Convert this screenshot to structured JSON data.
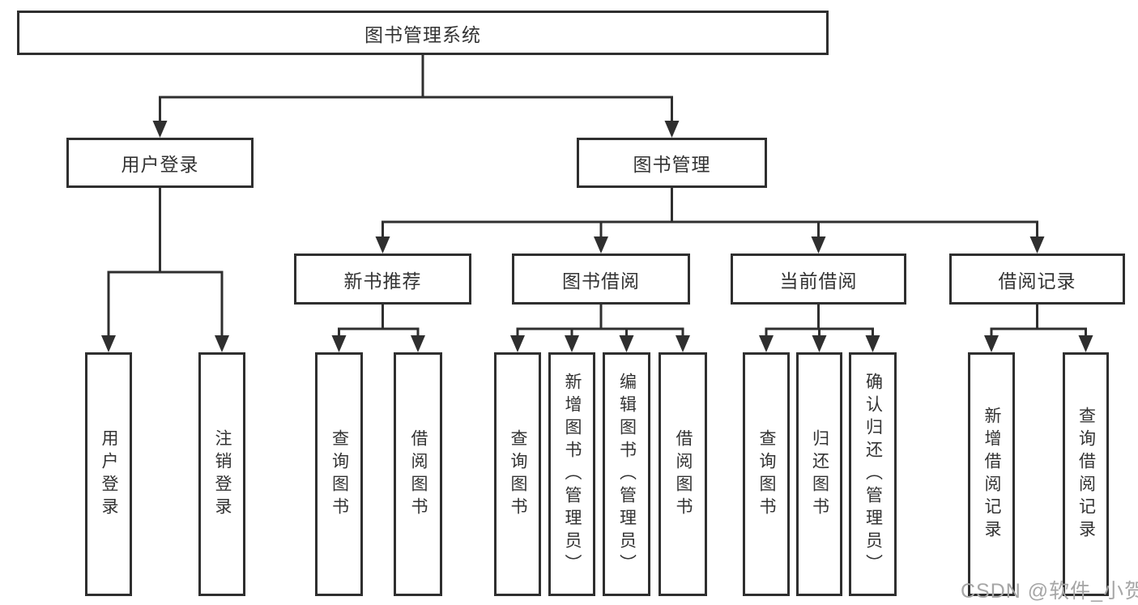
{
  "diagram": {
    "root": {
      "label": "图书管理系统"
    },
    "groups": [
      {
        "label": "用户登录",
        "leaves": [
          "用户登录",
          "注销登录"
        ]
      },
      {
        "label": "图书管理",
        "sections": [
          {
            "label": "新书推荐",
            "leaves": [
              "查询图书",
              "借阅图书"
            ]
          },
          {
            "label": "图书借阅",
            "leaves": [
              "查询图书",
              "新增图书（管理员）",
              "编辑图书（管理员）",
              "借阅图书"
            ]
          },
          {
            "label": "当前借阅",
            "leaves": [
              "查询图书",
              "归还图书",
              "确认归还（管理员）"
            ]
          },
          {
            "label": "借阅记录",
            "leaves": [
              "新增借阅记录",
              "查询借阅记录"
            ]
          }
        ]
      }
    ]
  },
  "watermark": {
    "text": "CSDN @软件_小贺同学"
  },
  "colors": {
    "line": "#2f2f2f",
    "text": "#333333",
    "background": "#ffffff",
    "watermark": "#a6a6a6"
  }
}
